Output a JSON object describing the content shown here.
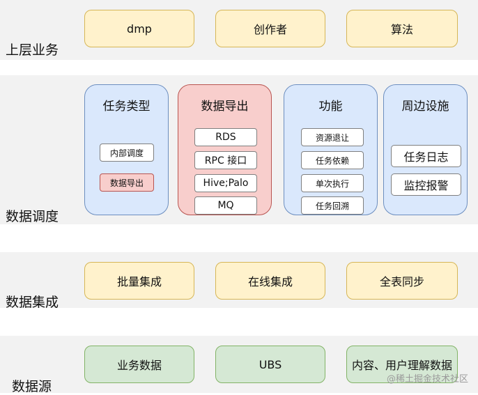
{
  "rows": {
    "upper": {
      "label": "上层业务",
      "boxes": [
        "dmp",
        "创作者",
        "算法"
      ]
    },
    "scheduling": {
      "label": "数据调度",
      "panels": {
        "task_types": {
          "title": "任务类型",
          "items": [
            "内部调度",
            "数据导出"
          ]
        },
        "data_export": {
          "title": "数据导出",
          "items": [
            "RDS",
            "RPC 接口",
            "Hive;Palo",
            "MQ"
          ]
        },
        "functions": {
          "title": "功能",
          "items": [
            "资源退让",
            "任务依赖",
            "单次执行",
            "任务回溯"
          ]
        },
        "facilities": {
          "title": "周边设施",
          "items": [
            "任务日志",
            "监控报警"
          ]
        }
      }
    },
    "integration": {
      "label": "数据集成",
      "boxes": [
        "批量集成",
        "在线集成",
        "全表同步"
      ]
    },
    "source": {
      "label": "数据源",
      "boxes": [
        "业务数据",
        "UBS",
        "内容、用户理解数据"
      ]
    }
  },
  "watermark": "@稀土掘金技术社区",
  "colors": {
    "yellow_fill": "#fff2cc",
    "yellow_stroke": "#d6b656",
    "green_fill": "#d5e8d4",
    "green_stroke": "#82b366",
    "blue_fill": "#dae8fc",
    "blue_stroke": "#6c8ebf",
    "red_fill": "#f8cecc",
    "red_stroke": "#b85450",
    "band": "#f2f2f2"
  }
}
